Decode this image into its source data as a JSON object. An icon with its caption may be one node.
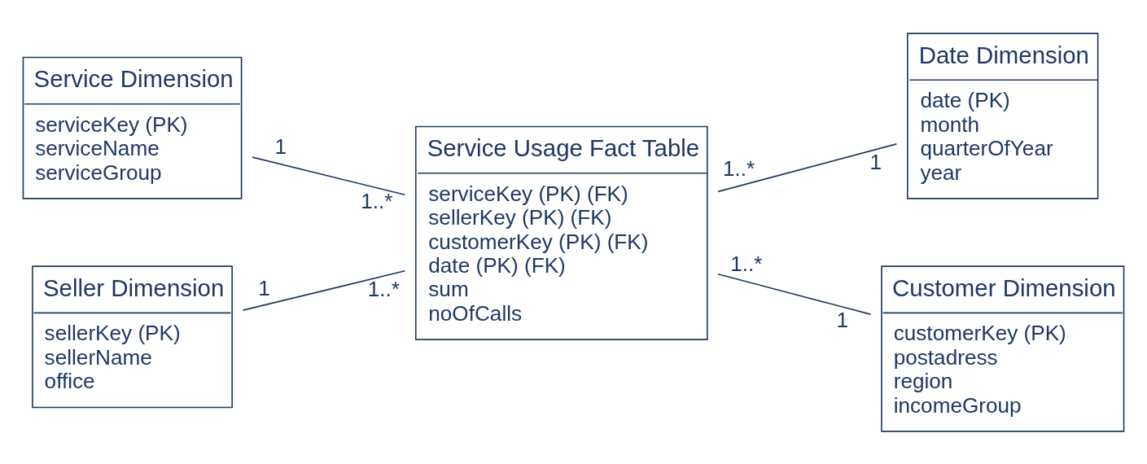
{
  "diagram": {
    "nodes": [
      {
        "text": [
          "Service Dimension",
          "serviceKey (PK)",
          "serviceName",
          "serviceGroup"
        ]
      },
      {
        "text": [
          "Date Dimension",
          "date (PK)",
          "month",
          "quarterOfYear",
          "year"
        ]
      },
      {
        "text": [
          "Service Usage Fact Table",
          "serviceKey (PK) (FK)",
          "sellerKey (PK) (FK)",
          "customerKey (PK) (FK)",
          "date (PK) (FK)",
          "sum",
          "noOfCalls"
        ]
      },
      {
        "text": [
          "Seller Dimension",
          "sellerKey (PK)",
          "sellerName",
          "office"
        ]
      },
      {
        "text": [
          "Customer Dimension",
          "customerKey (PK)",
          "postadress",
          "region",
          "incomeGroup"
        ]
      }
    ],
    "edges": [
      {
        "from": 0,
        "to": 2,
        "arrow": "none"
      },
      {
        "from": 2,
        "to": 1,
        "arrow": "none"
      },
      {
        "from": 3,
        "to": 2,
        "arrow": "none"
      },
      {
        "from": 2,
        "to": 4,
        "arrow": "none"
      }
    ],
    "labels": [
      "1",
      "1",
      "1..*",
      "1..*",
      "1..*",
      "1..*",
      "1",
      "1"
    ]
  }
}
